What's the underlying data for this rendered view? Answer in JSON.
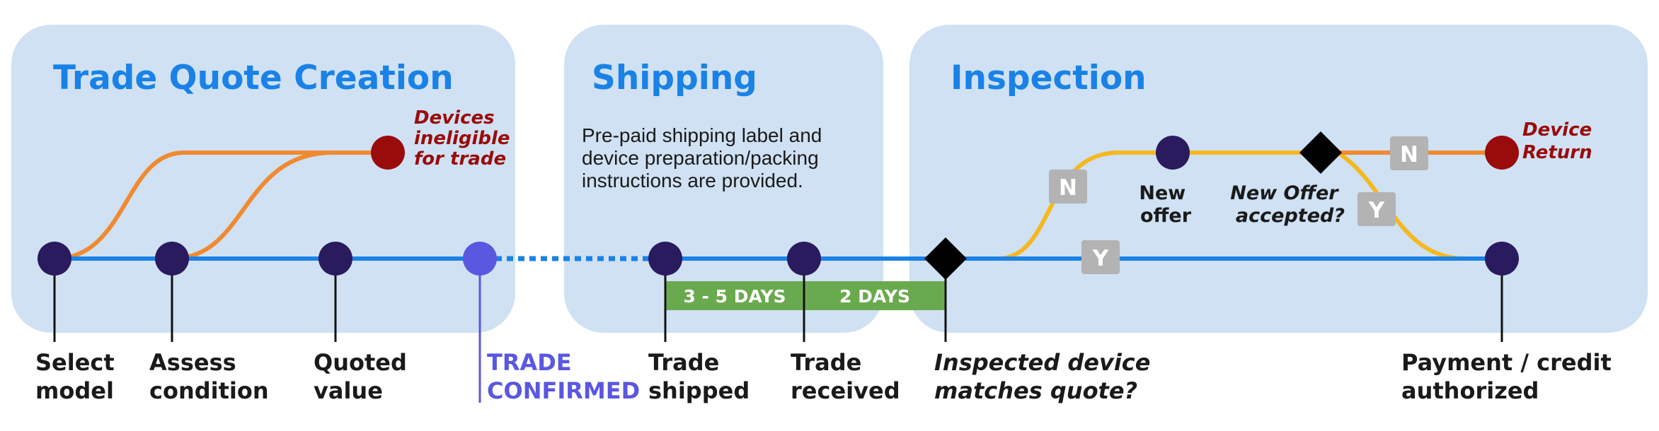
{
  "panels": [
    {
      "title": "Trade Quote Creation"
    },
    {
      "title": "Shipping",
      "description": [
        "Pre-paid shipping label and",
        "device preparation/packing",
        "instructions are provided."
      ]
    },
    {
      "title": "Inspection"
    }
  ],
  "steps": {
    "select_model": [
      "Select",
      "model"
    ],
    "assess_condition": [
      "Assess",
      "condition"
    ],
    "quoted_value": [
      "Quoted",
      "value"
    ],
    "trade_confirmed": [
      "TRADE",
      "CONFIRMED"
    ],
    "trade_shipped": [
      "Trade",
      "shipped"
    ],
    "trade_received": [
      "Trade",
      "received"
    ],
    "inspected_matches": [
      "Inspected device",
      "matches quote?"
    ],
    "payment_authorized": [
      "Payment / credit",
      "authorized"
    ]
  },
  "ineligible_label": [
    "Devices",
    "ineligible",
    "for trade"
  ],
  "new_offer_label": [
    "New",
    "offer"
  ],
  "new_offer_accepted_label": [
    "New Offer",
    "accepted?"
  ],
  "device_return_label": [
    "Device",
    "Return"
  ],
  "badges": {
    "no": "N",
    "yes": "Y"
  },
  "durations": {
    "shipping_time": "3 - 5 DAYS",
    "receiving_time": "2 DAYS"
  },
  "colors": {
    "panel_bg": "#cfe1f3",
    "title_blue": "#1a82e6",
    "main_line": "#1a82e6",
    "node_dark": "#2a1a5e",
    "node_confirmed": "#5a57e0",
    "orange_path": "#f08a30",
    "yellow_path": "#f5b820",
    "red_end": "#9a0b0b",
    "badge_gray": "#b3b3b3",
    "days_green": "#6aaa4f",
    "decision_black": "#000000"
  }
}
